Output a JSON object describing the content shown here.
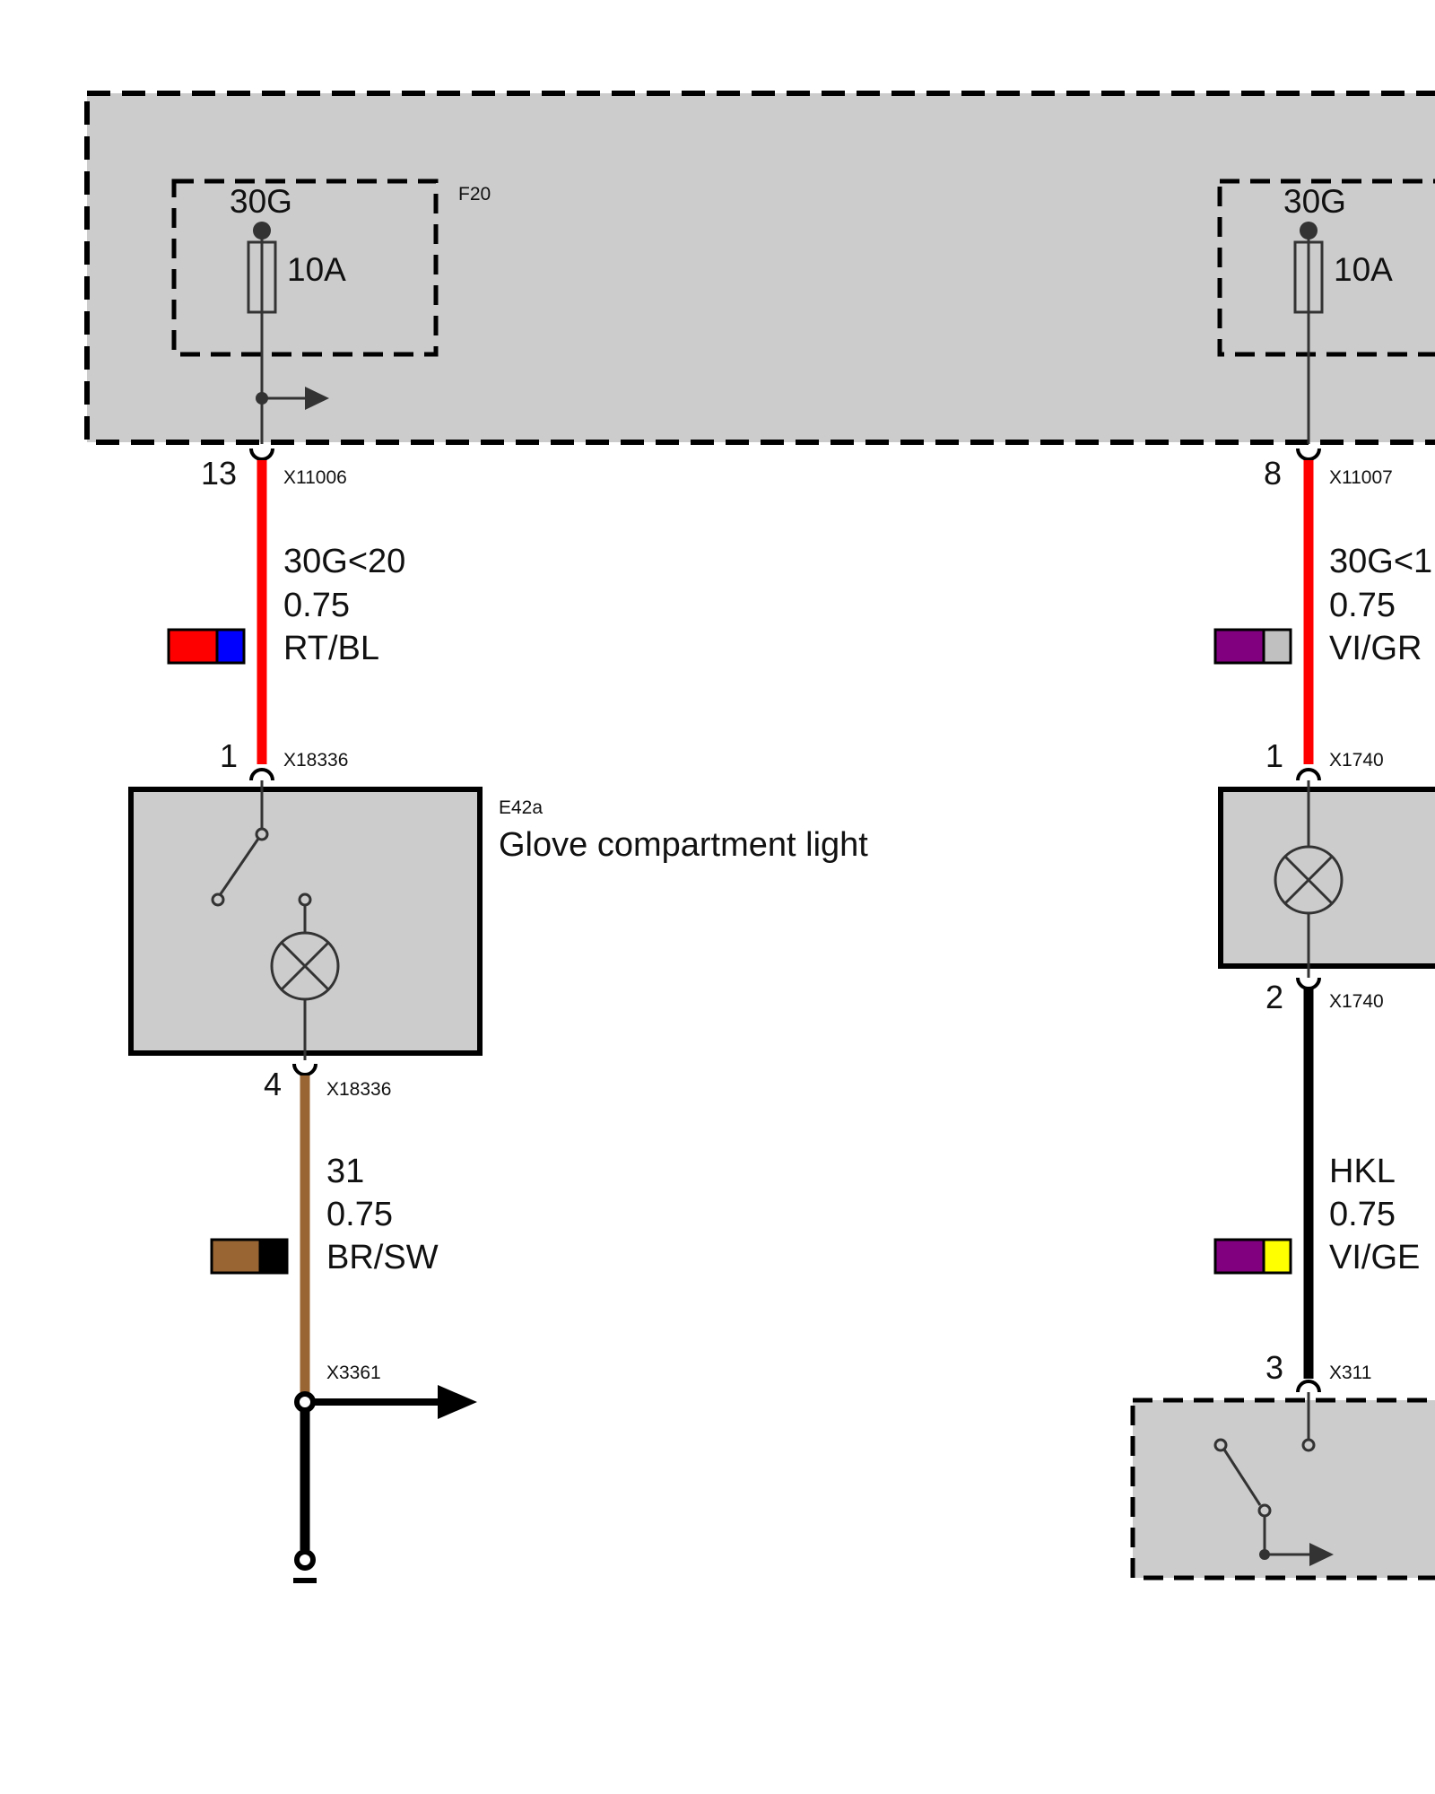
{
  "colors": {
    "module_fill": "#cccccc",
    "wire_red": "#ff0000",
    "wire_brown": "#996633",
    "wire_black": "#000000",
    "swatch_red": "#ff0000",
    "swatch_blue": "#0000ff",
    "swatch_violet": "#800080",
    "swatch_grey": "#c0c0c0",
    "swatch_brown": "#996633",
    "swatch_black": "#000000",
    "swatch_yellow": "#ffff00"
  },
  "fuse_box": {
    "left_fuse": {
      "terminal": "30G",
      "rating": "10A",
      "id": "F20"
    },
    "right_fuse": {
      "terminal": "30G",
      "rating": "10A"
    }
  },
  "left_circuit": {
    "upper": {
      "pin": "13",
      "connector": "X11006",
      "signal": "30G<20",
      "gauge": "0.75",
      "color_code": "RT/BL"
    },
    "component_pin": {
      "pin": "1",
      "connector": "X18336"
    },
    "component": {
      "id": "E42a",
      "name": "Glove compartment light"
    },
    "lower": {
      "pin": "4",
      "connector": "X18336",
      "signal": "31",
      "gauge": "0.75",
      "color_code": "BR/SW"
    },
    "splice": {
      "connector": "X3361"
    }
  },
  "right_circuit": {
    "upper": {
      "pin": "8",
      "connector": "X11007",
      "signal": "30G<1",
      "gauge": "0.75",
      "color_code": "VI/GR"
    },
    "lamp_in": {
      "pin": "1",
      "connector": "X1740"
    },
    "lamp_out": {
      "pin": "2",
      "connector": "X1740"
    },
    "lower": {
      "signal": "HKL",
      "gauge": "0.75",
      "color_code": "VI/GE"
    },
    "switch_in": {
      "pin": "3",
      "connector": "X311"
    }
  },
  "icons": [
    "fuse-icon",
    "lamp-icon",
    "switch-icon",
    "arrow-icon",
    "ground-icon"
  ]
}
